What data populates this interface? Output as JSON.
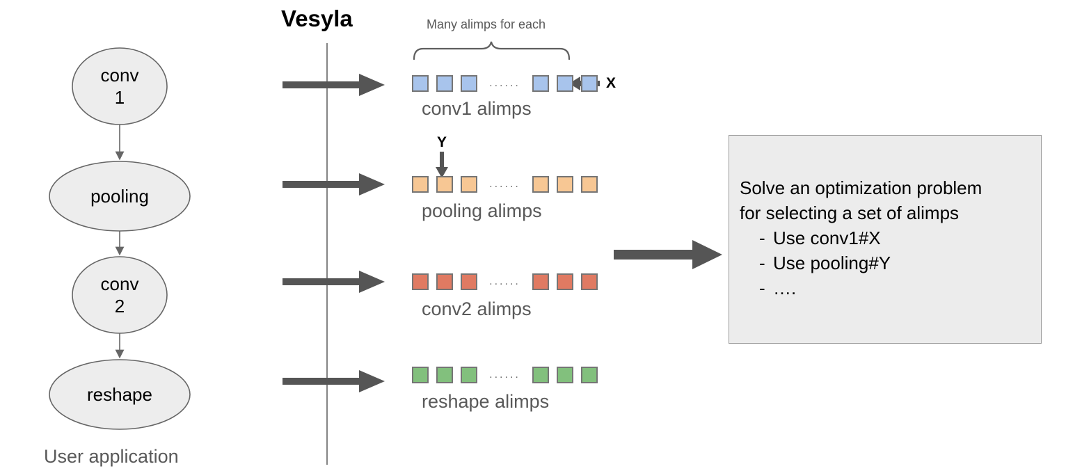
{
  "title": "Vesyla",
  "graph": {
    "caption": "User application",
    "nodes": [
      {
        "label": "conv\n1",
        "name": "conv1"
      },
      {
        "label": "pooling",
        "name": "pooling"
      },
      {
        "label": "conv\n2",
        "name": "conv2"
      },
      {
        "label": "reshape",
        "name": "reshape"
      }
    ]
  },
  "brace": {
    "caption": "Many alimps for each"
  },
  "alimp_rows": [
    {
      "name": "conv1",
      "label": "conv1 alimps",
      "color": "#a8c4ec",
      "color_class": "blue",
      "dots": "......",
      "chips_before": 3,
      "chips_after": 3,
      "marker": "X",
      "marker_position": "right"
    },
    {
      "name": "pooling",
      "label": "pooling alimps",
      "color": "#f7c794",
      "color_class": "orange",
      "dots": "......",
      "chips_before": 3,
      "chips_after": 3,
      "marker": "Y",
      "marker_position": "top"
    },
    {
      "name": "conv2",
      "label": "conv2 alimps",
      "color": "#e07a62",
      "color_class": "red",
      "dots": "......",
      "chips_before": 3,
      "chips_after": 3,
      "marker": null,
      "marker_position": null
    },
    {
      "name": "reshape",
      "label": "reshape alimps",
      "color": "#82c07d",
      "color_class": "green",
      "dots": "......",
      "chips_before": 3,
      "chips_after": 3,
      "marker": null,
      "marker_position": null
    }
  ],
  "panel": {
    "line1": "Solve an optimization problem",
    "line2": "for selecting a set of alimps",
    "bullets": [
      {
        "dash": "-",
        "text": "Use conv1#X"
      },
      {
        "dash": "-",
        "text": "Use pooling#Y"
      },
      {
        "dash": "-",
        "text": "…."
      }
    ]
  },
  "colors": {
    "node_fill": "#ededed",
    "node_stroke": "#666666",
    "arrow": "#555555",
    "panel_fill": "#ececec",
    "panel_stroke": "#9a9a9a",
    "muted_text": "#595959"
  }
}
